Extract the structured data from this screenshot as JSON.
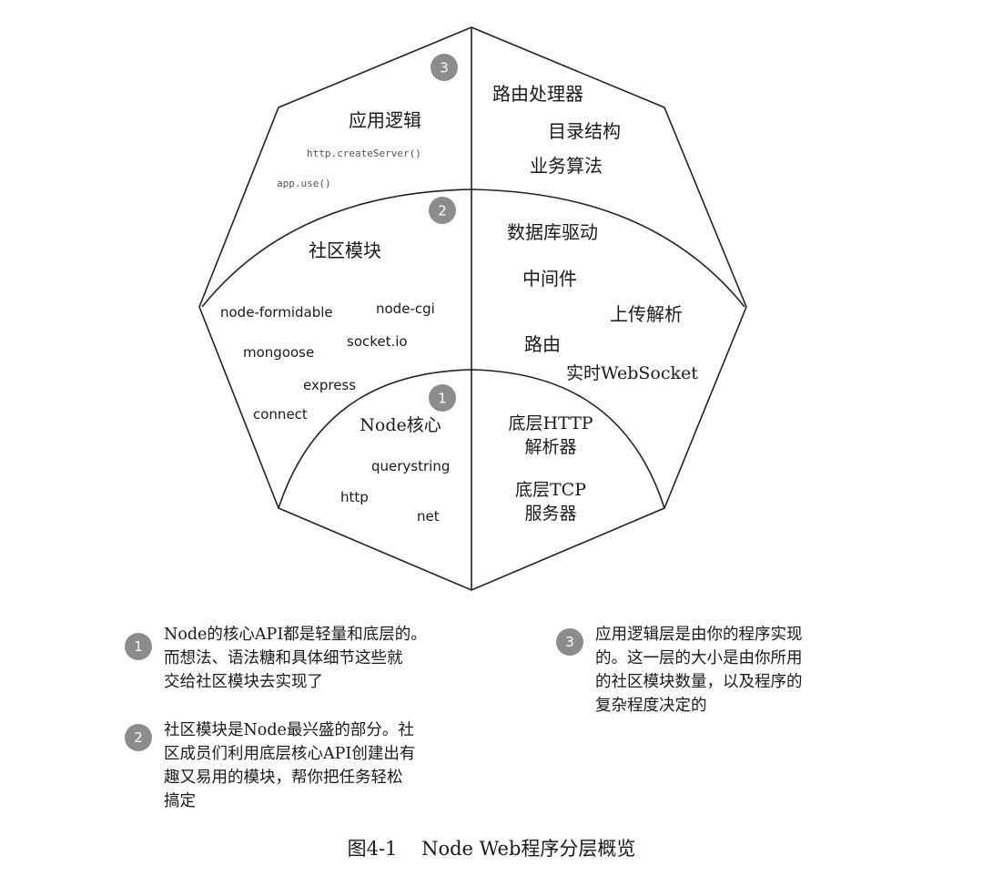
{
  "diagram": {
    "badges": [
      "3",
      "2",
      "1"
    ],
    "layer_app": {
      "title": "应用逻辑",
      "code": [
        "http.createServer()",
        "app.use()"
      ],
      "right_items": [
        "路由处理器",
        "目录结构",
        "业务算法"
      ]
    },
    "layer_community": {
      "title": "社区模块",
      "modules": [
        "node-formidable",
        "node-cgi",
        "mongoose",
        "socket.io",
        "express",
        "connect"
      ],
      "right_items": [
        "数据库驱动",
        "中间件",
        "上传解析",
        "路由",
        "实时WebSocket"
      ]
    },
    "layer_core": {
      "title": "Node核心",
      "modules": [
        "querystring",
        "http",
        "net"
      ],
      "right_items": [
        "底层HTTP",
        "解析器",
        "底层TCP",
        "服务器"
      ]
    }
  },
  "notes": {
    "note1": {
      "badge": "1",
      "lines": [
        "Node的核心API都是轻量和底层的。",
        "而想法、语法糖和具体细节这些就",
        "交给社区模块去实现了"
      ]
    },
    "note2": {
      "badge": "2",
      "lines": [
        "社区模块是Node最兴盛的部分。社",
        "区成员们利用底层核心API创建出有",
        "趣又易用的模块，帮你把任务轻松",
        "搞定"
      ]
    },
    "note3": {
      "badge": "3",
      "lines": [
        "应用逻辑层是由你的程序实现",
        "的。这一层的大小是由你所用",
        "的社区模块数量，以及程序的",
        "复杂程度决定的"
      ]
    }
  },
  "caption": "图4-1    Node Web程序分层概览"
}
